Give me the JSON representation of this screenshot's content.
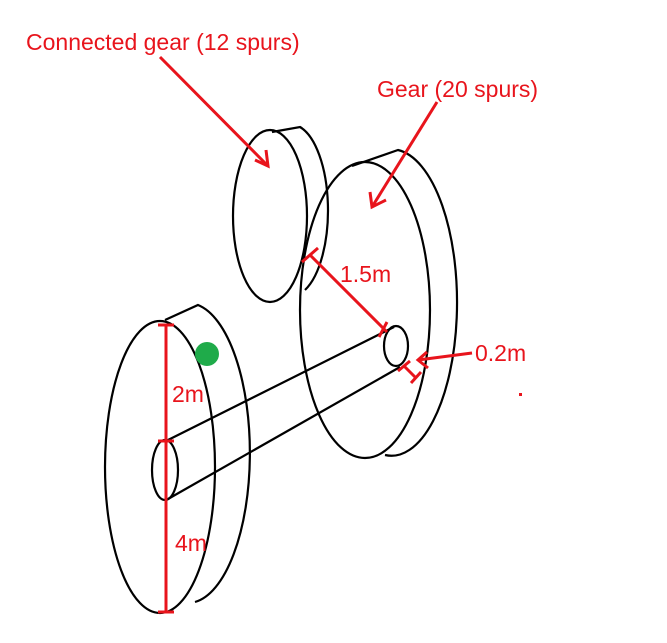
{
  "labels": {
    "connected_gear": "Connected gear (12 spurs)",
    "gear": "Gear (20 spurs)",
    "axle_to_gear": "1.5m",
    "axle_thickness": "0.2m",
    "wheel_upper": "2m",
    "wheel_lower": "4m"
  },
  "colors": {
    "annotation": "#e8141c",
    "marker": "#1fab4a",
    "outline": "#000000"
  }
}
